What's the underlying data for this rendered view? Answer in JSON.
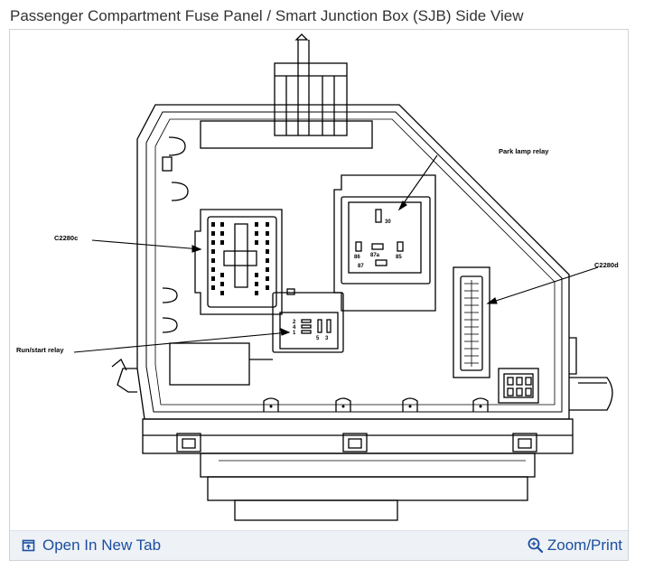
{
  "page": {
    "title": "Passenger Compartment Fuse Panel / Smart Junction Box (SJB) Side View"
  },
  "diagram": {
    "callouts": {
      "park_lamp_relay": "Park lamp relay",
      "c2280c": "C2280c",
      "c2280d": "C2280d",
      "run_start_relay": "Run/start relay"
    },
    "park_relay_pins": {
      "p30": "30",
      "p86": "86",
      "p87a": "87a",
      "p85": "85",
      "p87": "87"
    },
    "run_relay_pins": {
      "p2": "2",
      "p4": "4",
      "p1": "1",
      "p5": "5",
      "p3": "3"
    }
  },
  "footer": {
    "open_new_tab": "Open In New Tab",
    "zoom_print": "Zoom/Print"
  },
  "colors": {
    "link": "#1a4fa0",
    "footer_bg": "#eef1f5",
    "border": "#cfd3d8"
  }
}
